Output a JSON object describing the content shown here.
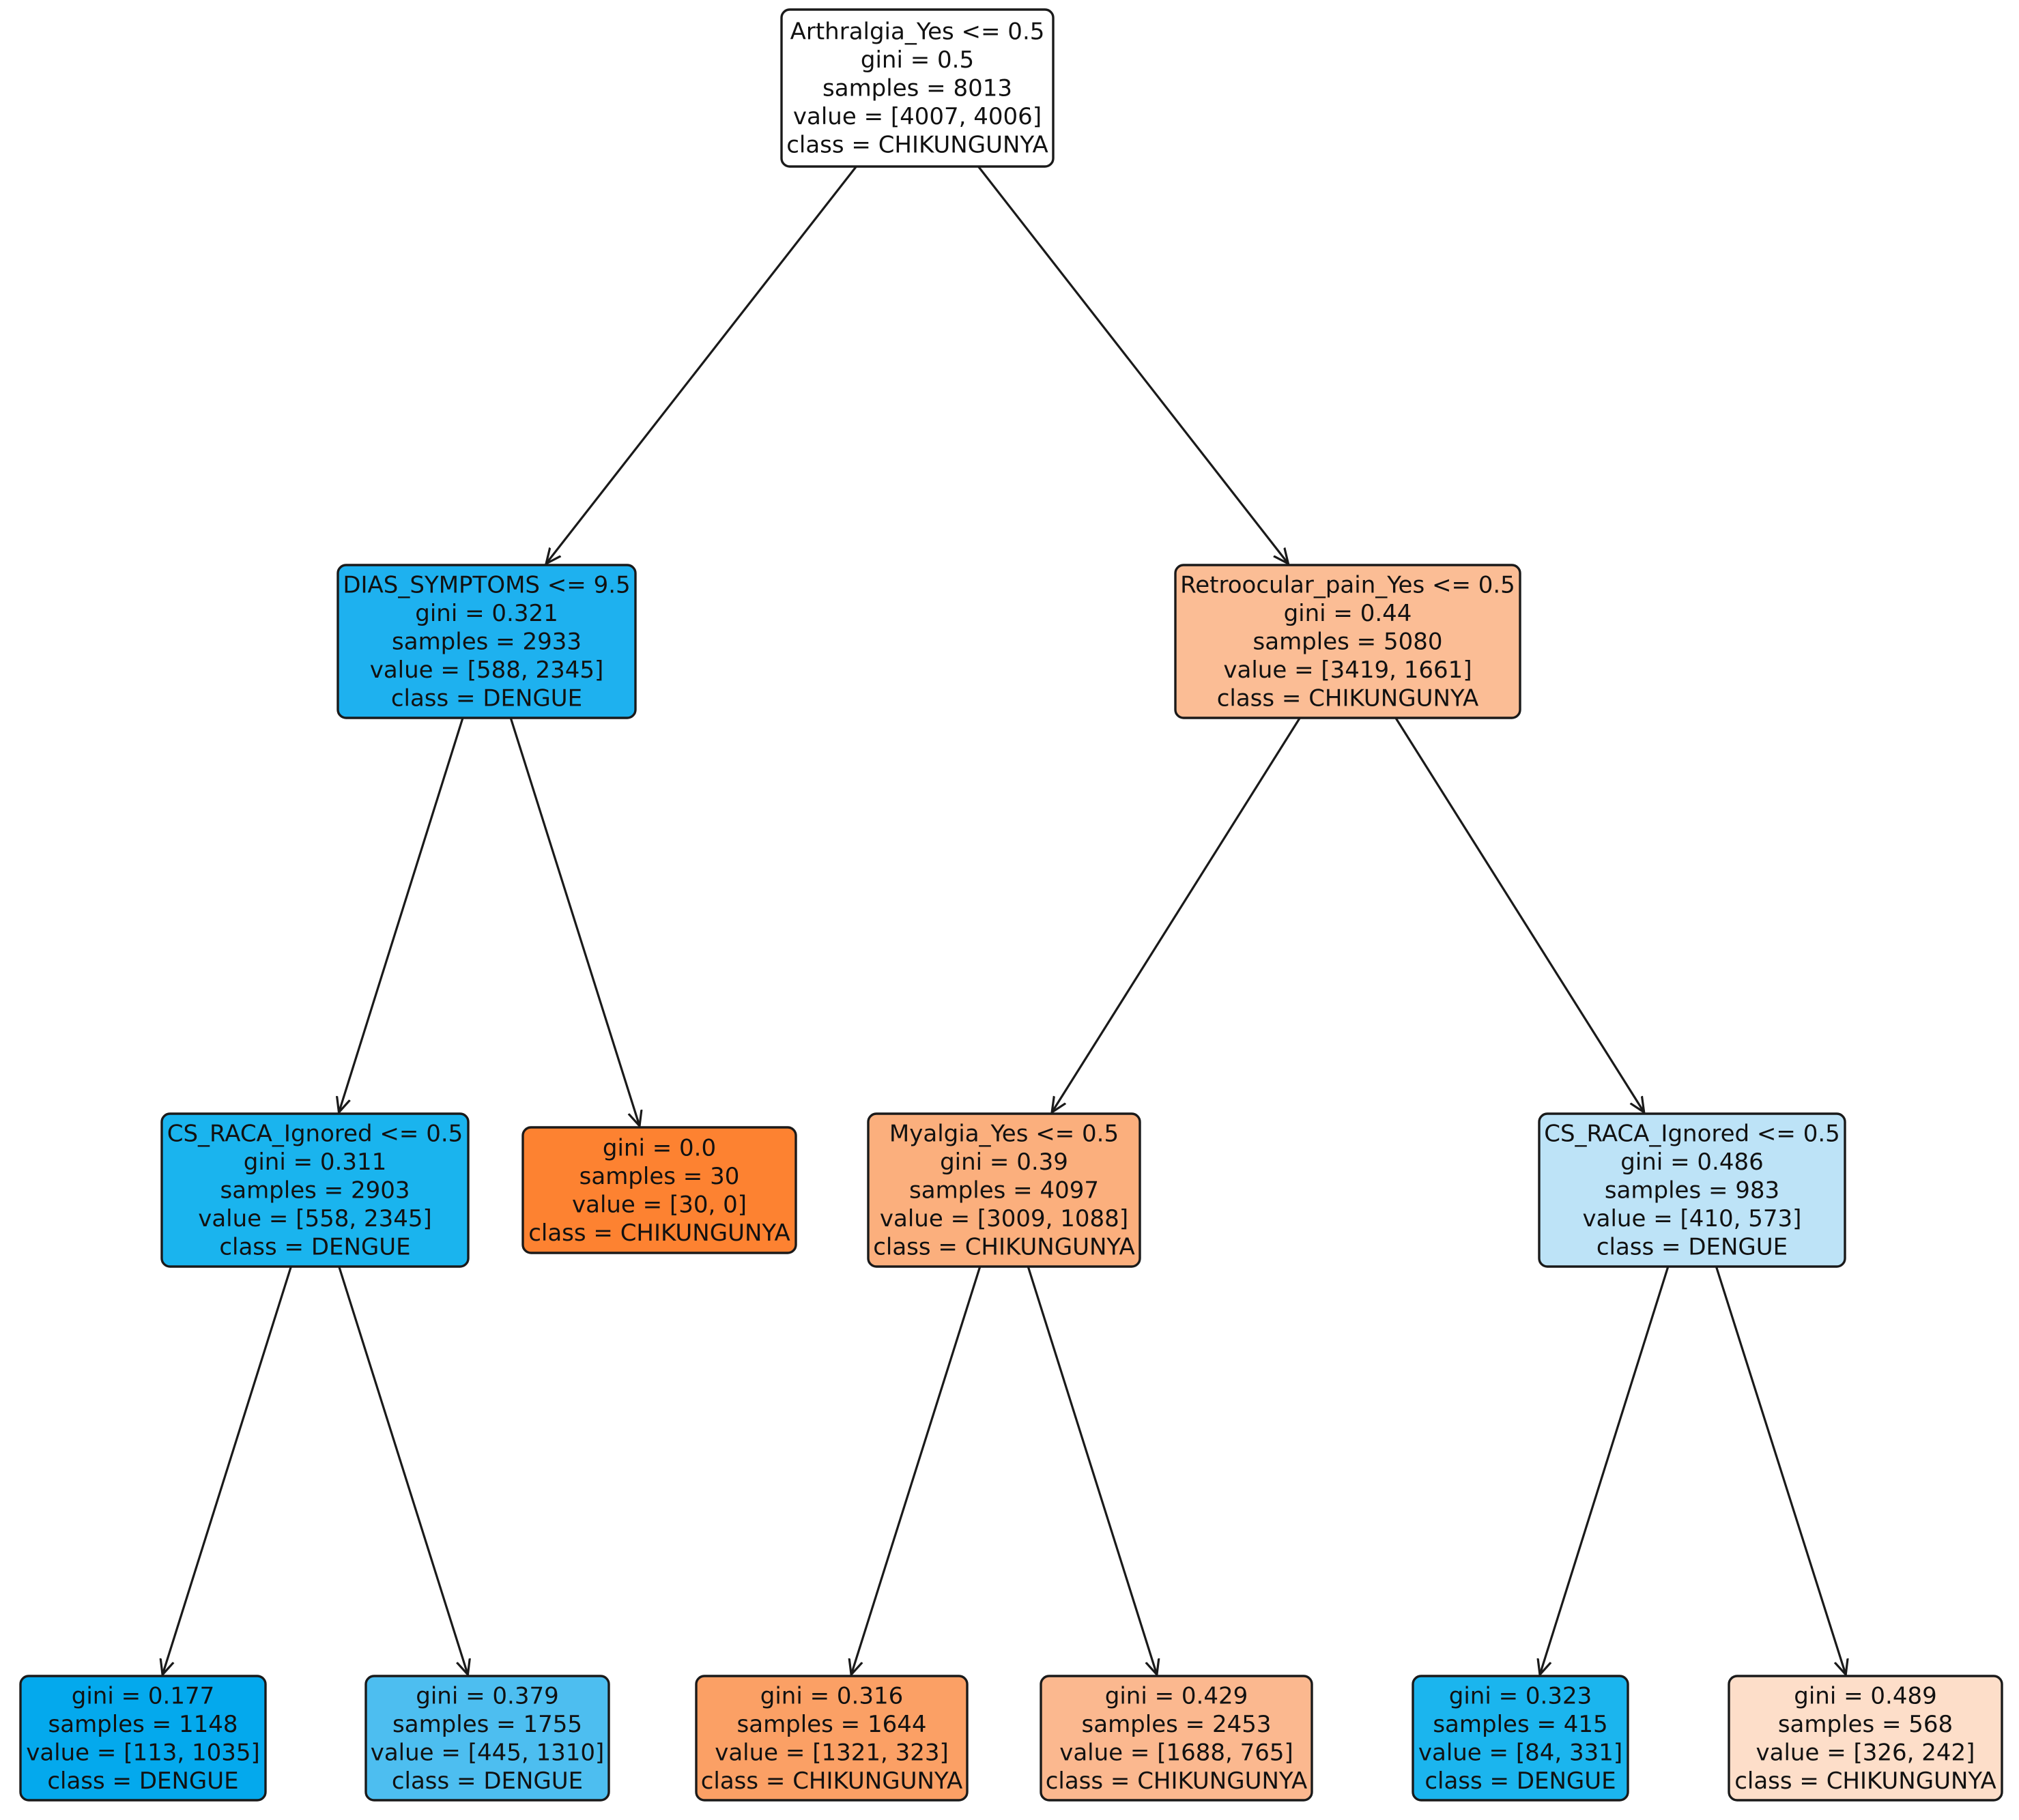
{
  "tree": {
    "nodes": [
      {
        "id": "n0",
        "lines": [
          "Arthralgia_Yes <= 0.5",
          "gini = 0.5",
          "samples = 8013",
          "value = [4007, 4006]",
          "class = CHIKUNGUNYA"
        ],
        "fill": "#ffffff"
      },
      {
        "id": "n1",
        "lines": [
          "DIAS_SYMPTOMS <= 9.5",
          "gini = 0.321",
          "samples = 2933",
          "value = [588, 2345]",
          "class = DENGUE"
        ],
        "fill": "#1eb1ef"
      },
      {
        "id": "n2",
        "lines": [
          "Retroocular_pain_Yes <= 0.5",
          "gini = 0.44",
          "samples = 5080",
          "value = [3419, 1661]",
          "class = CHIKUNGUNYA"
        ],
        "fill": "#fbbd95"
      },
      {
        "id": "n3",
        "lines": [
          "CS_RACA_Ignored <= 0.5",
          "gini = 0.311",
          "samples = 2903",
          "value = [558, 2345]",
          "class = DENGUE"
        ],
        "fill": "#1ab4ee"
      },
      {
        "id": "n4",
        "lines": [
          "gini = 0.0",
          "samples = 30",
          "value = [30, 0]",
          "class = CHIKUNGUNYA"
        ],
        "fill": "#fd8231"
      },
      {
        "id": "n5",
        "lines": [
          "Myalgia_Yes <= 0.5",
          "gini = 0.39",
          "samples = 4097",
          "value = [3009, 1088]",
          "class = CHIKUNGUNYA"
        ],
        "fill": "#fbaf7d"
      },
      {
        "id": "n6",
        "lines": [
          "CS_RACA_Ignored <= 0.5",
          "gini = 0.486",
          "samples = 983",
          "value = [410, 573]",
          "class = DENGUE"
        ],
        "fill": "#bde3f7"
      },
      {
        "id": "n7",
        "lines": [
          "gini = 0.177",
          "samples = 1148",
          "value = [113, 1035]",
          "class = DENGUE"
        ],
        "fill": "#04a9ed"
      },
      {
        "id": "n8",
        "lines": [
          "gini = 0.379",
          "samples = 1755",
          "value = [445, 1310]",
          "class = DENGUE"
        ],
        "fill": "#4dbef0"
      },
      {
        "id": "n9",
        "lines": [
          "gini = 0.316",
          "samples = 1644",
          "value = [1321, 323]",
          "class = CHIKUNGUNYA"
        ],
        "fill": "#fba065"
      },
      {
        "id": "n10",
        "lines": [
          "gini = 0.429",
          "samples = 2453",
          "value = [1688, 765]",
          "class = CHIKUNGUNYA"
        ],
        "fill": "#fbb88f"
      },
      {
        "id": "n11",
        "lines": [
          "gini = 0.323",
          "samples = 415",
          "value = [84, 331]",
          "class = DENGUE"
        ],
        "fill": "#1bb5ee"
      },
      {
        "id": "n12",
        "lines": [
          "gini = 0.489",
          "samples = 568",
          "value = [326, 242]",
          "class = CHIKUNGUNYA"
        ],
        "fill": "#fddec9"
      }
    ],
    "edges": [
      [
        "n0",
        "n1"
      ],
      [
        "n0",
        "n2"
      ],
      [
        "n1",
        "n3"
      ],
      [
        "n1",
        "n4"
      ],
      [
        "n2",
        "n5"
      ],
      [
        "n2",
        "n6"
      ],
      [
        "n3",
        "n7"
      ],
      [
        "n3",
        "n8"
      ],
      [
        "n5",
        "n9"
      ],
      [
        "n5",
        "n10"
      ],
      [
        "n6",
        "n11"
      ],
      [
        "n6",
        "n12"
      ]
    ]
  }
}
